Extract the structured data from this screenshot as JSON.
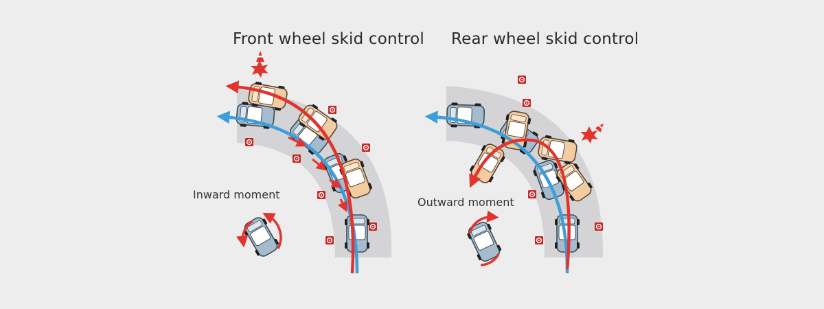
{
  "panels": {
    "front": {
      "title": "Front wheel skid control",
      "moment_label": "Inward moment"
    },
    "rear": {
      "title": "Rear wheel skid control",
      "moment_label": "Outward moment"
    }
  },
  "colors": {
    "background": "#ededed",
    "road": "#d4d4d6",
    "skid_path": "#e2342f",
    "controlled_path": "#3f9ed9",
    "controlled_car": "#9fb7c9",
    "skidding_car": "#f2c9a0",
    "cone_marker": "#c62828"
  },
  "icons": [
    "traffic-cone-icon",
    "cone-marker-icon",
    "collision-burst-icon",
    "rotation-arrow-icon"
  ]
}
